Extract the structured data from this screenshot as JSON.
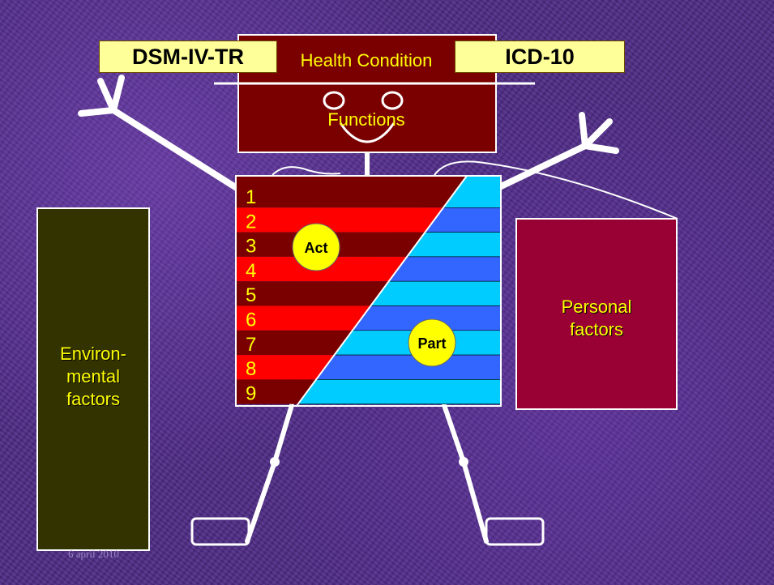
{
  "header": {
    "health_condition": "Health Condition",
    "left_classification": "DSM-IV-TR",
    "right_classification": "ICD-10"
  },
  "head": {
    "label": "Functions"
  },
  "body": {
    "row_numbers": [
      "1",
      "2",
      "3",
      "4",
      "5",
      "6",
      "7",
      "8",
      "9"
    ],
    "activity_label": "Act",
    "participation_label": "Part"
  },
  "environmental": {
    "line1": "Environ-",
    "line2": "mental",
    "line3": "factors"
  },
  "personal": {
    "line1": "Personal",
    "line2": "factors"
  },
  "footer": {
    "date": "6 april 2010"
  },
  "colors": {
    "background": "#4e2b86",
    "dark_red": "#7a0000",
    "red": "#ff0000",
    "cyan": "#00ccff",
    "blue": "#3366ff",
    "environmental_box": "#333300",
    "personal_box": "#990033",
    "label_yellow": "#ffff99",
    "text_yellow": "#ffff00"
  }
}
